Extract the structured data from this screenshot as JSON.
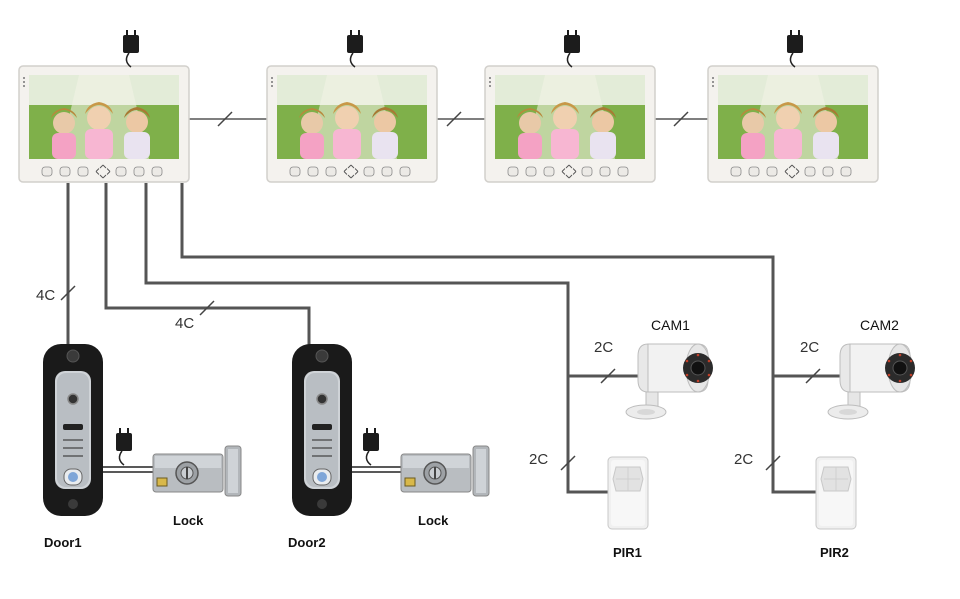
{
  "labels": {
    "wire_4c_a": "4C",
    "wire_4c_b": "4C",
    "wire_2c_cam1": "2C",
    "wire_2c_cam2": "2C",
    "wire_2c_pir1": "2C",
    "wire_2c_pir2": "2C",
    "door1": "Door1",
    "door2": "Door2",
    "lock1": "Lock",
    "lock2": "Lock",
    "cam1": "CAM1",
    "cam2": "CAM2",
    "pir1": "PIR1",
    "pir2": "PIR2"
  },
  "colors": {
    "wire": "#555555",
    "monitor_body": "#f4f2ee",
    "doorbell_body": "#1a1a1a",
    "doorbell_panel": "#c8ccd0",
    "lock_body": "#b8bcc0",
    "camera_body": "#f2f2f2",
    "pir_body": "#f0f0f0",
    "screen_sky": "#e8efe0",
    "screen_grass": "#6fa23a"
  },
  "icons": [
    "power-adapter-icon",
    "monitor-icon",
    "doorbell-icon",
    "lock-icon",
    "camera-icon",
    "pir-sensor-icon"
  ]
}
